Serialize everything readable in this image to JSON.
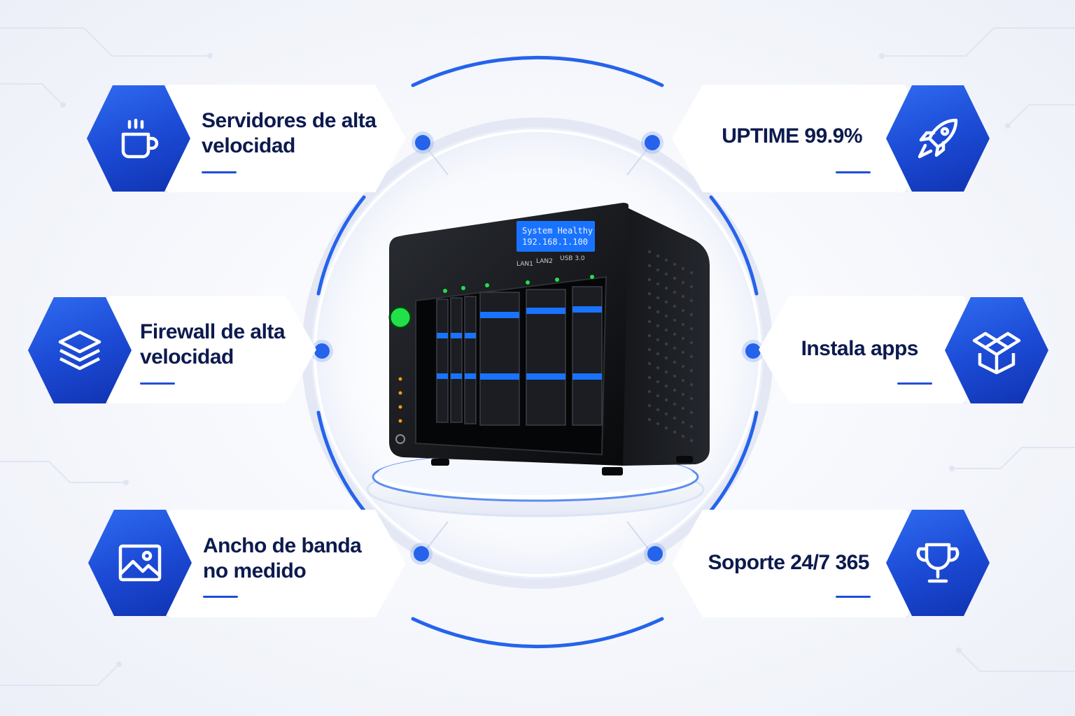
{
  "features": {
    "top_left": {
      "title_line1": "Servidores de alta",
      "title_line2": "velocidad",
      "icon": "coffee-cup-icon"
    },
    "mid_left": {
      "title_line1": "Firewall de alta",
      "title_line2": "velocidad",
      "icon": "layers-icon"
    },
    "bottom_left": {
      "title_line1": "Ancho de banda",
      "title_line2": "no medido",
      "icon": "image-icon"
    },
    "top_right": {
      "title": "UPTIME 99.9%",
      "icon": "rocket-icon"
    },
    "mid_right": {
      "title": "Instala apps",
      "icon": "package-icon"
    },
    "bottom_right": {
      "title": "Soporte 24/7 365",
      "icon": "trophy-icon"
    }
  },
  "device": {
    "lcd_line1": "System Healthy",
    "lcd_line2": "192.168.1.100",
    "port_lan1": "LAN1",
    "port_lan2": "LAN2",
    "port_usb": "USB 3.0"
  },
  "colors": {
    "accent": "#1f4fd8",
    "hex_blue": "#1c4bd6",
    "title_navy": "#0c1a4e",
    "lcd_blue": "#1a73ff",
    "led_green": "#22e04a"
  }
}
